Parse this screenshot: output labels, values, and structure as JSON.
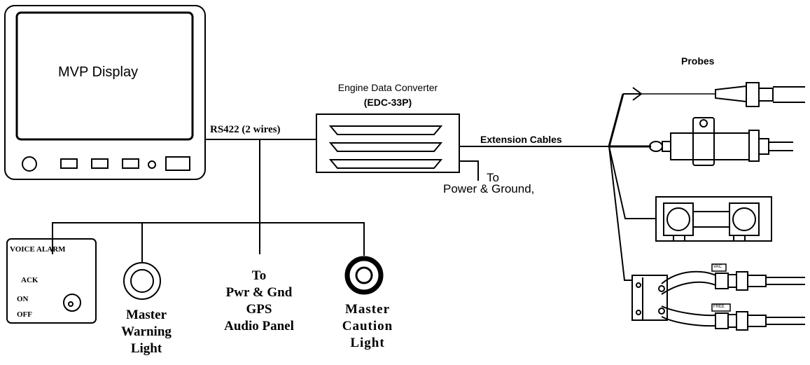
{
  "display": {
    "title": "MVP Display"
  },
  "edc": {
    "title": "Engine Data Converter",
    "model": "(EDC-33P)"
  },
  "connections": {
    "rs422": "RS422 (2 wires)",
    "extension": "Extension Cables",
    "power_to": "To",
    "power_dest": "Power & Ground,"
  },
  "probes": {
    "title": "Probes"
  },
  "voice_alarm": {
    "title": "VOICE ALARM",
    "ack": "ACK",
    "on": "ON",
    "off": "OFF"
  },
  "master_warning": {
    "lines": [
      "Master",
      "Warning",
      "Light"
    ]
  },
  "misc_to": {
    "lines": [
      "To",
      "Pwr & Gnd",
      "GPS",
      "Audio Panel"
    ]
  },
  "master_caution": {
    "lines": [
      "Master",
      "Caution",
      "Light"
    ]
  },
  "transducer_tags": {
    "top": "VAC",
    "bottom": "FREE"
  },
  "colors": {
    "line": "#000000",
    "background": "#ffffff"
  }
}
